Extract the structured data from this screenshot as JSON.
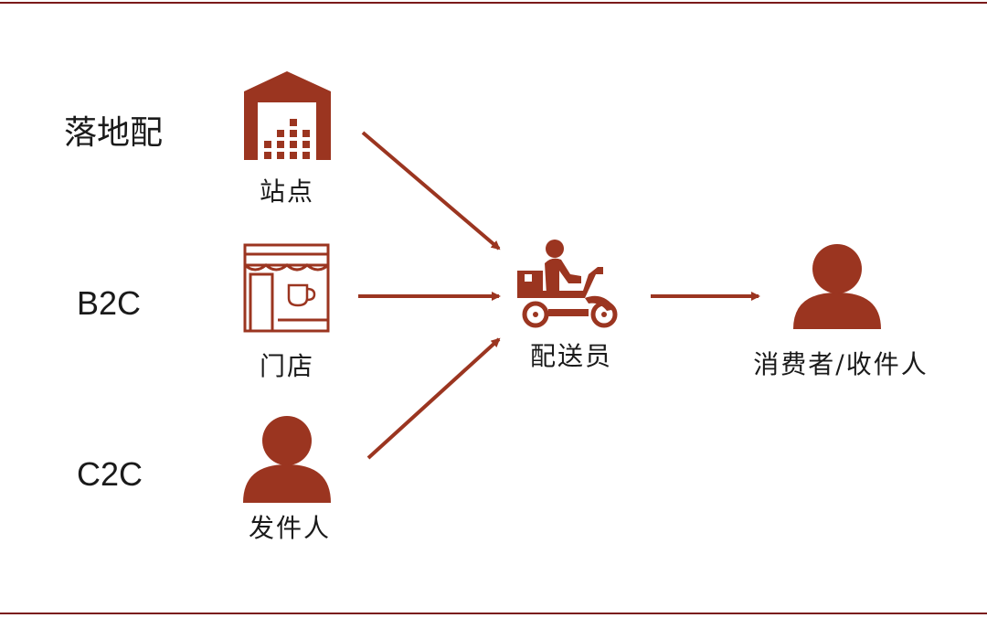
{
  "colors": {
    "accent": "#9b3520",
    "rule": "#7a1a1a"
  },
  "rows": [
    {
      "label": "落地配",
      "node_label": "站点",
      "icon": "warehouse-icon"
    },
    {
      "label": "B2C",
      "node_label": "门店",
      "icon": "store-icon"
    },
    {
      "label": "C2C",
      "node_label": "发件人",
      "icon": "person-icon"
    }
  ],
  "hub": {
    "label": "配送员",
    "icon": "delivery-scooter-icon"
  },
  "target": {
    "label": "消费者/收件人",
    "icon": "person-icon"
  }
}
